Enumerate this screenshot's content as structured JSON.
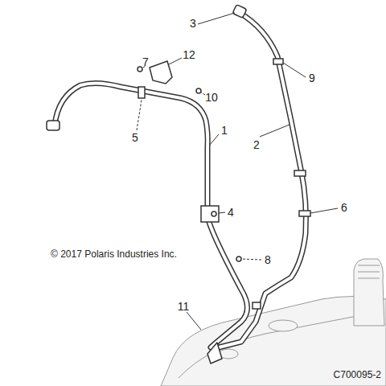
{
  "diagram": {
    "labels": [
      "3",
      "7",
      "12",
      "9",
      "10",
      "1",
      "5",
      "2",
      "4",
      "6",
      "8",
      "© 2017 Polaris Industries Inc.",
      "11",
      "C700095-2"
    ]
  }
}
